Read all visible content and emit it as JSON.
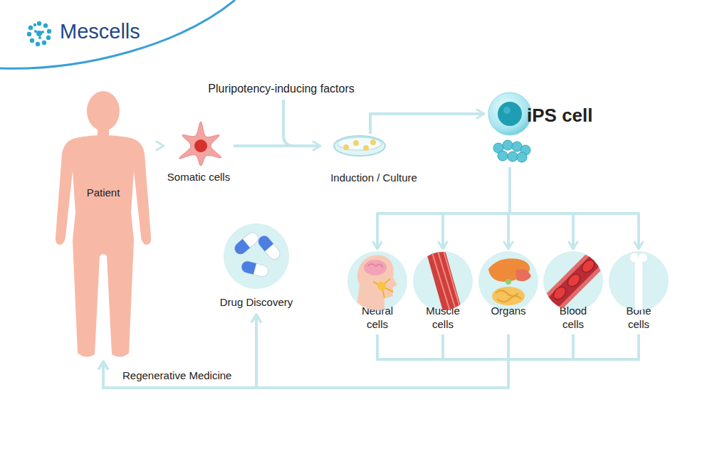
{
  "diagram": {
    "nodes": [
      {
        "text": [
          "Patient"
        ]
      },
      {
        "text": [
          "Somatic cells"
        ]
      },
      {
        "text": [
          "Induction / Culture"
        ]
      },
      {
        "text": [
          "iPS cell"
        ]
      },
      {
        "text": [
          "Drug Discovery"
        ]
      },
      {
        "text": [
          "Neural cells"
        ]
      },
      {
        "text": [
          "Muscle cells"
        ]
      },
      {
        "text": [
          "Organs"
        ]
      },
      {
        "text": [
          "Blood cells"
        ]
      },
      {
        "text": [
          "Bone cells"
        ]
      }
    ],
    "edges": [
      {
        "from": 0,
        "to": 1,
        "arrow": "to"
      },
      {
        "from": 1,
        "to": 2,
        "arrow": "to"
      },
      {
        "from": 2,
        "to": 3,
        "arrow": "to"
      },
      {
        "from": 3,
        "to": 5,
        "arrow": "to"
      },
      {
        "from": 3,
        "to": 6,
        "arrow": "to"
      },
      {
        "from": 3,
        "to": 7,
        "arrow": "to"
      },
      {
        "from": 3,
        "to": 8,
        "arrow": "to"
      },
      {
        "from": 3,
        "to": 9,
        "arrow": "to"
      },
      {
        "from": 5,
        "to": 0,
        "arrow": "to"
      },
      {
        "from": 6,
        "to": 0,
        "arrow": "to"
      },
      {
        "from": 7,
        "to": 0,
        "label": "Regenerative Medicine",
        "arrow": "to"
      },
      {
        "from": 8,
        "to": 0,
        "arrow": "to"
      },
      {
        "from": 9,
        "to": 0,
        "arrow": "to"
      },
      {
        "from": 5,
        "to": 4,
        "arrow": "to"
      },
      {
        "from": 6,
        "to": 4,
        "arrow": "to"
      },
      {
        "from": 7,
        "to": 4,
        "arrow": "to"
      },
      {
        "from": 8,
        "to": 4,
        "arrow": "to"
      },
      {
        "from": 9,
        "to": 4,
        "arrow": "to"
      }
    ],
    "labels": [
      "Mescells",
      "Pluripotency-inducing factors"
    ]
  }
}
